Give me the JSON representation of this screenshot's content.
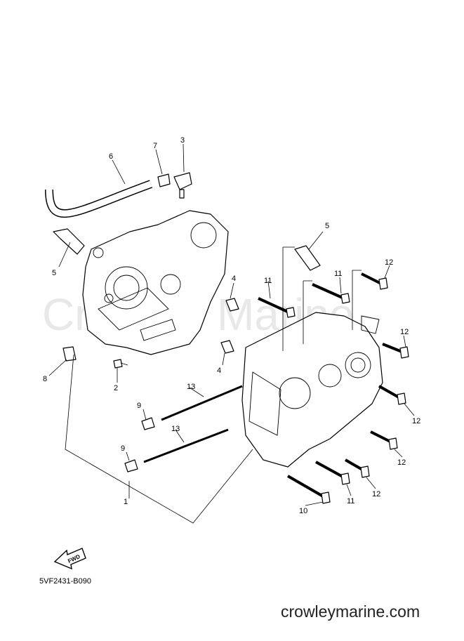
{
  "watermark": "Crowley Marine",
  "callouts": {
    "c1": "1",
    "c2": "2",
    "c3": "3",
    "c4a": "4",
    "c4b": "4",
    "c5a": "5",
    "c5b": "5",
    "c6": "6",
    "c7": "7",
    "c8": "8",
    "c9a": "9",
    "c9b": "9",
    "c10": "10",
    "c11a": "11",
    "c11b": "11",
    "c11c": "11",
    "c12a": "12",
    "c12b": "12",
    "c12c": "12",
    "c12d": "12",
    "c12e": "12",
    "c13a": "13",
    "c13b": "13"
  },
  "fwd_label": "FWD",
  "diagram_code": "5VF2431-B090",
  "site": "crowleymarine.com"
}
